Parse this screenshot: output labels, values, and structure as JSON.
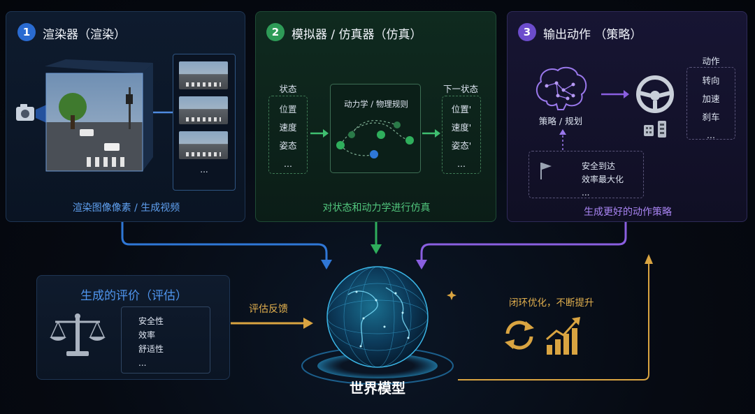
{
  "panel1": {
    "number": "1",
    "title": "渲染器（渲染）",
    "caption": "渲染图像像素 / 生成视频",
    "frames_more": "...",
    "color": "#2d6fd0"
  },
  "panel2": {
    "number": "2",
    "title": "模拟器 / 仿真器（仿真）",
    "state_heading": "状态",
    "state_items": [
      "位置",
      "速度",
      "姿态",
      "..."
    ],
    "dynamics_title": "动力学 / 物理规则",
    "next_heading": "下一状态",
    "next_items": [
      "位置'",
      "速度'",
      "姿态'",
      "..."
    ],
    "caption": "对状态和动力学进行仿真",
    "color": "#2e9b57"
  },
  "panel3": {
    "number": "3",
    "title": "输出动作 （策略）",
    "policy_label": "策略 / 规划",
    "action_heading": "动作",
    "action_items": [
      "转向",
      "加速",
      "刹车",
      "..."
    ],
    "goal_items": [
      "安全到达",
      "效率最大化",
      "..."
    ],
    "caption": "生成更好的动作策略",
    "color": "#7a57d1"
  },
  "panel4": {
    "title": "生成的评价（评估）",
    "metrics": [
      "安全性",
      "效率",
      "舒适性",
      "..."
    ]
  },
  "feedback_label": "评估反馈",
  "loop_label": "闭环优化，不断提升",
  "center_label": "世界模型",
  "colors": {
    "blue_arrow": "#2f77d6",
    "green_arrow": "#2fae5c",
    "purple_arrow": "#8a5fe0",
    "gold_arrow": "#d9a441"
  }
}
